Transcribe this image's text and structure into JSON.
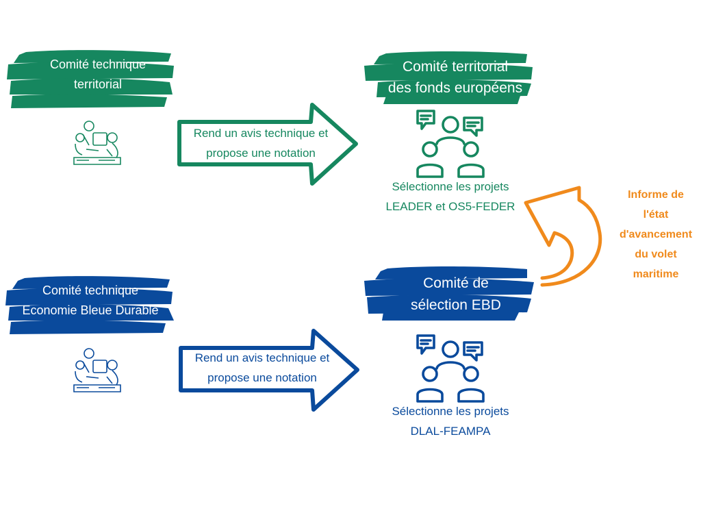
{
  "colors": {
    "green": "#16875f",
    "blue": "#0a4a9c",
    "orange": "#f08a1c"
  },
  "diagram": {
    "green_flow": {
      "source_label": [
        "Comité technique",
        "territorial"
      ],
      "arrow_label": [
        "Rend un avis technique et",
        "propose une notation"
      ],
      "target_label": [
        "Comité territorial",
        "des fonds européens"
      ],
      "target_caption": [
        "Sélectionne les projets",
        "LEADER et OS5-FEDER"
      ]
    },
    "blue_flow": {
      "source_label": [
        "Comité technique",
        "Economie Bleue Durable"
      ],
      "arrow_label": [
        "Rend un avis technique et",
        "propose une notation"
      ],
      "target_label": [
        "Comité de",
        "sélection EBD"
      ],
      "target_caption": [
        "Sélectionne les projets",
        "DLAL-FEAMPA"
      ]
    },
    "feedback": {
      "label": [
        "Informe de",
        "l'état",
        "d'avancement",
        "du volet",
        "maritime"
      ]
    },
    "icons": {
      "meeting_table": "meeting-table-icon",
      "discussion_group": "discussion-group-icon"
    }
  }
}
